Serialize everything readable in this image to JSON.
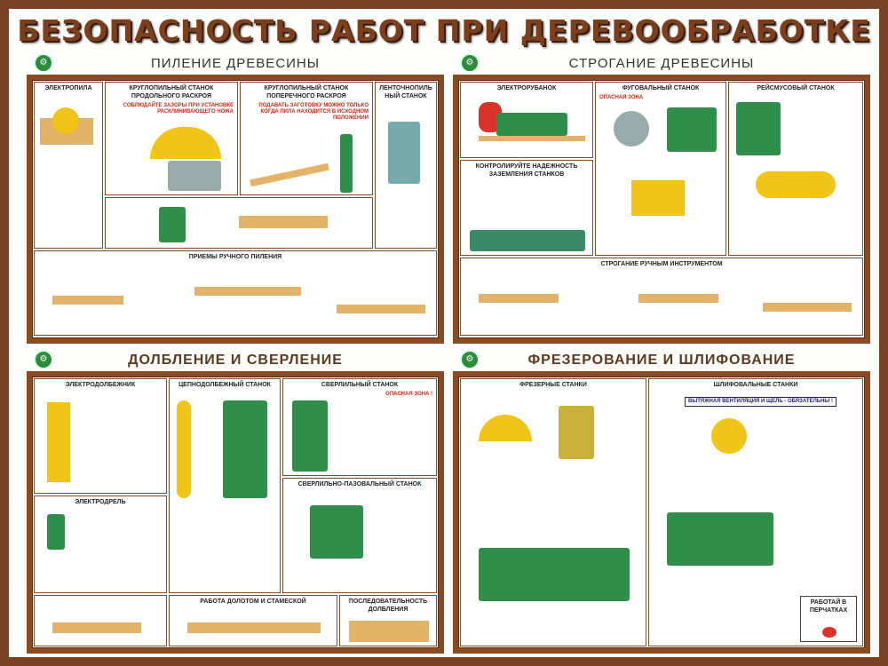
{
  "title": "БЕЗОПАСНОСТЬ РАБОТ ПРИ ДЕРЕВООБРАБОТКЕ",
  "colors": {
    "frame": "#8a4a22",
    "border": "#7a4224",
    "machine": "#2f8f4a",
    "warning": "#d21"
  },
  "sections": [
    {
      "title": "ПИЛЕНИЕ ДРЕВЕСИНЫ",
      "subs": [
        "ЭЛЕКТРОПИЛА",
        "КРУГЛОПИЛЬНЫЙ СТАНОК ПРОДОЛЬНОГО РАСКРОЯ",
        "КРУГЛОПИЛЬНЫЙ СТАНОК ПОПЕРЕЧНОГО РАСКРОЯ",
        "ЛЕНТОЧНОПИЛЬНЫЙ СТАНОК",
        "ПРИЕМЫ РУЧНОГО ПИЛЕНИЯ"
      ],
      "warnings": [
        "СОБЛЮДАЙТЕ ЗАЗОРЫ ПРИ УСТАНОВКЕ РАСКЛИНИВАЮЩЕГО НОЖА",
        "ПОДАВАТЬ ЗАГОТОВКУ МОЖНО ТОЛЬКО КОГДА ПИЛА НАХОДИТСЯ В ИСХОДНОМ ПОЛОЖЕНИИ"
      ]
    },
    {
      "title": "СТРОГАНИЕ ДРЕВЕСИНЫ",
      "subs": [
        "ЭЛЕКТРОРУБАНОК",
        "ФУГОВАЛЬНЫЙ СТАНОК",
        "РЕЙСМУСОВЫЙ СТАНОК",
        "КОНТРОЛИРУЙТЕ НАДЕЖНОСТЬ ЗАЗЕМЛЕНИЯ СТАНКОВ",
        "СТРОГАНИЕ РУЧНЫМ ИНСТРУМЕНТОМ"
      ],
      "warnings": [
        "ОПАСНАЯ ЗОНА"
      ]
    },
    {
      "title": "ДОЛБЛЕНИЕ И СВЕРЛЕНИЕ",
      "subs": [
        "ЭЛЕКТРОДОЛБЕЖНИК",
        "ЦЕПНОДОЛБЕЖНЫЙ СТАНОК",
        "СВЕРЛИЛЬНЫЙ СТАНОК",
        "СВЕРЛИЛЬНО-ПАЗОВАЛЬНЫЙ СТАНОК",
        "ЭЛЕКТРОДРЕЛЬ",
        "РАБОТА ДОЛОТОМ И СТАМЕСКОЙ",
        "ПОСЛЕДОВАТЕЛЬНОСТЬ ДОЛБЛЕНИЯ"
      ],
      "warnings": [
        "ОПАСНАЯ ЗОНА !"
      ]
    },
    {
      "title": "ФРЕЗЕРОВАНИЕ И ШЛИФОВАНИЕ",
      "subs": [
        "ФРЕЗЕРНЫЕ СТАНКИ",
        "ШЛИФОВАЛЬНЫЕ СТАНКИ",
        "РАБОТАЙ В ПЕРЧАТКАХ"
      ],
      "warnings": [
        "ВЫТЯЖНАЯ ВЕНТИЛЯЦИЯ И ЩЕЛЬ - ОБЯЗАТЕЛЬНЫ !"
      ]
    }
  ]
}
